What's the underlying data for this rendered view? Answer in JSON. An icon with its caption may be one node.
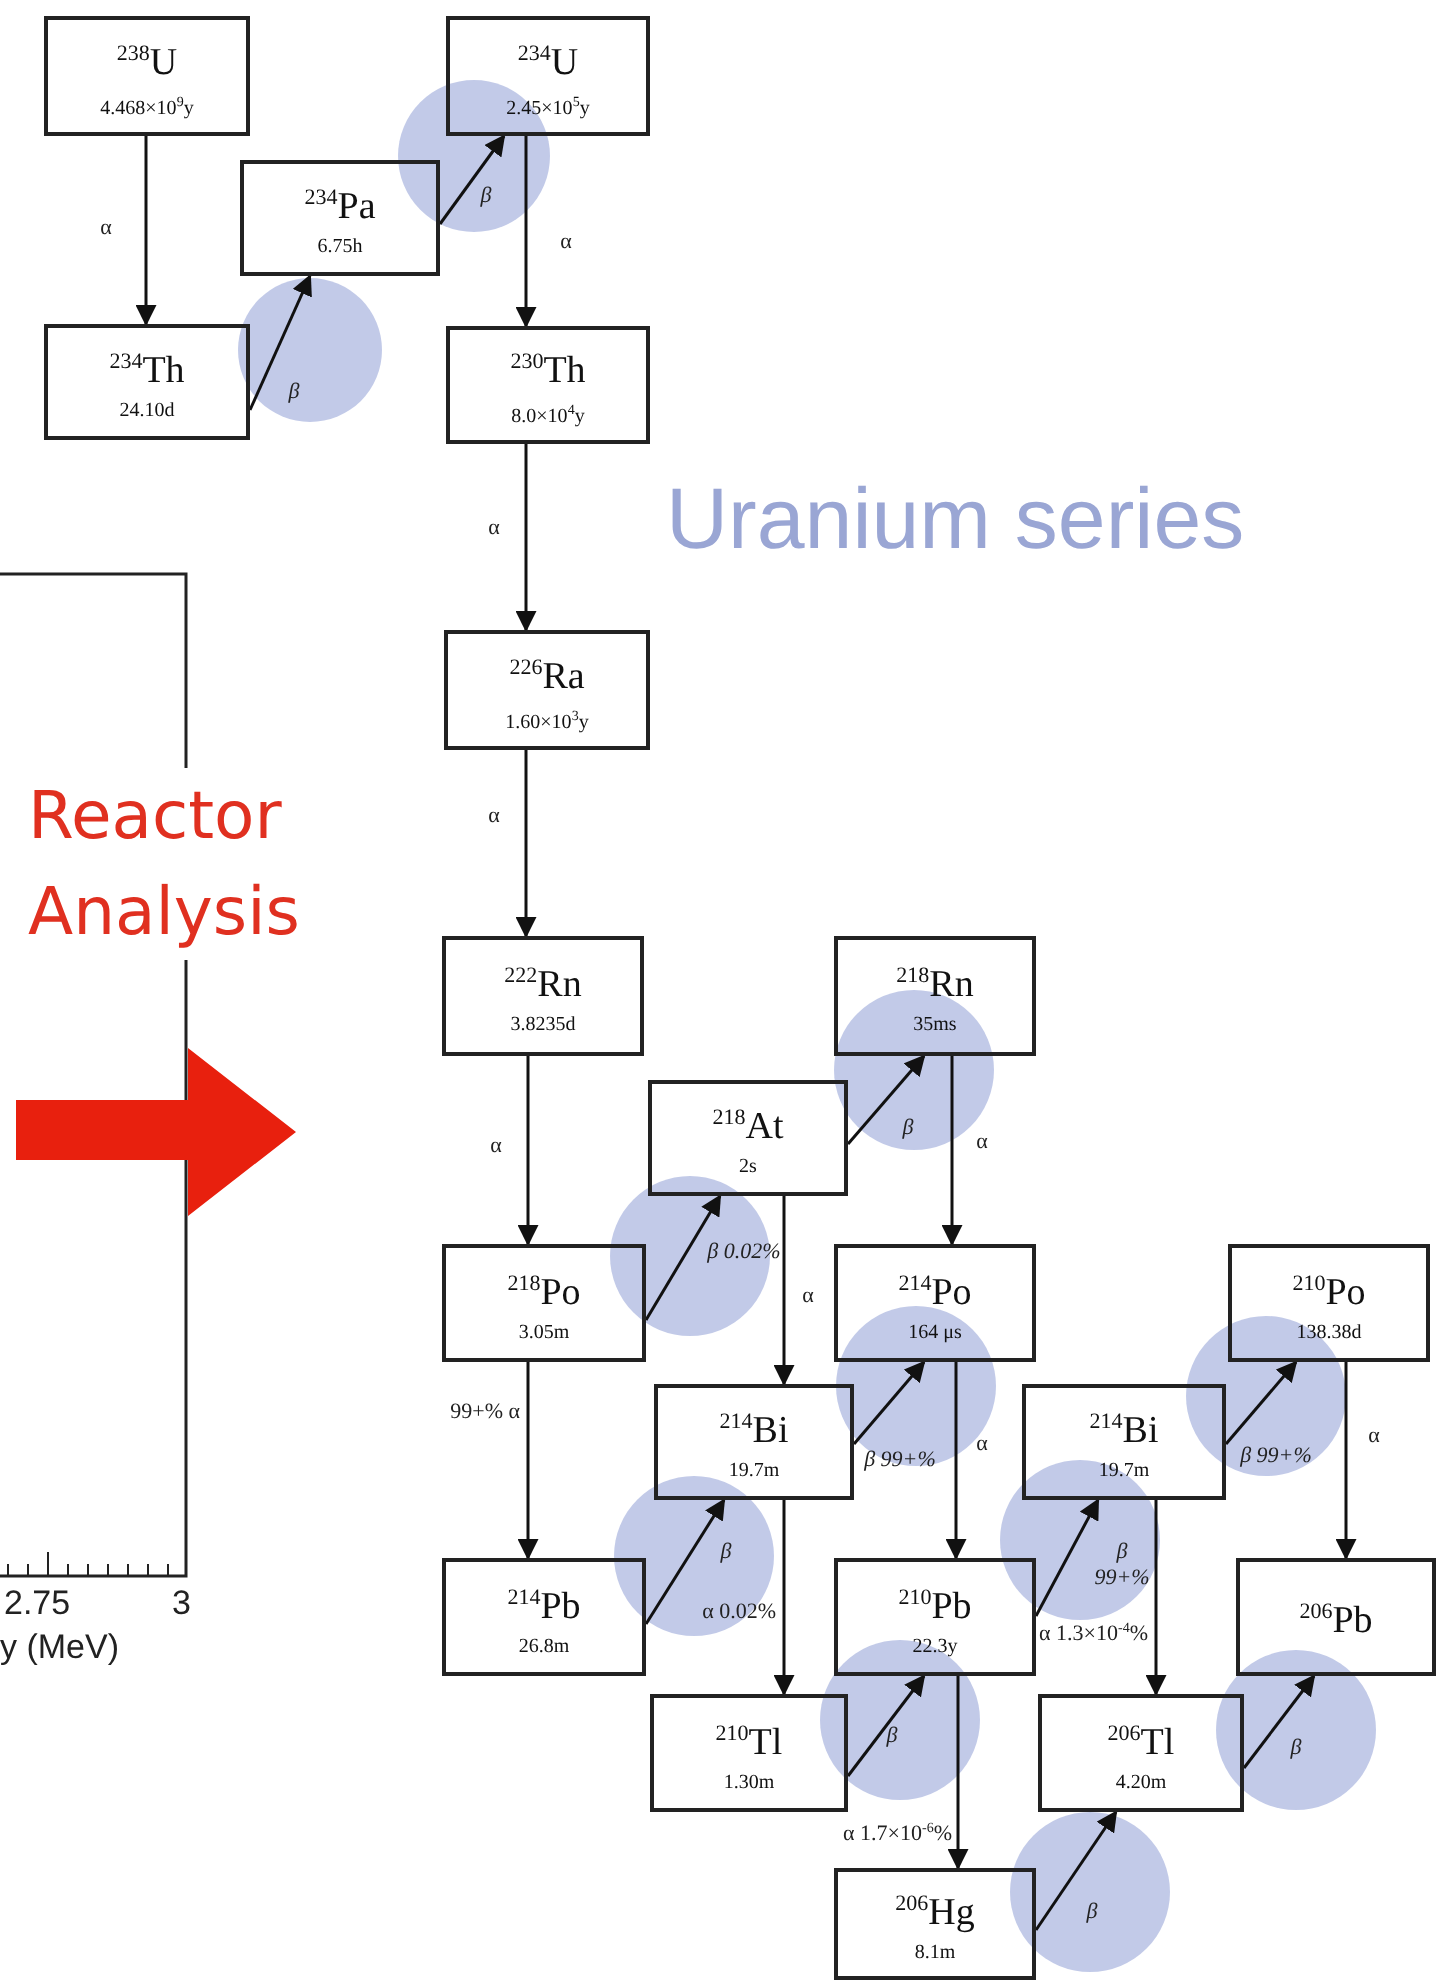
{
  "diagram": {
    "title": "Uranium series",
    "nodes": [
      {
        "text": [
          "$^{238}$U",
          "4.468×10$^{9}$y"
        ]
      },
      {
        "text": [
          "$^{234}$U",
          "2.45×10$^{5}$y"
        ]
      },
      {
        "text": [
          "$^{234}$Pa",
          "6.75h"
        ]
      },
      {
        "text": [
          "$^{234}$Th",
          "24.10d"
        ]
      },
      {
        "text": [
          "$^{230}$Th",
          "8.0×10$^{4}$y"
        ]
      },
      {
        "text": [
          "$^{226}$Ra",
          "1.60×10$^{3}$y"
        ]
      },
      {
        "text": [
          "$^{222}$Rn",
          "3.8235d"
        ]
      },
      {
        "text": [
          "$^{218}$Rn",
          "35ms"
        ]
      },
      {
        "text": [
          "$^{218}$At",
          "2s"
        ]
      },
      {
        "text": [
          "$^{218}$Po",
          "3.05m"
        ]
      },
      {
        "text": [
          "$^{214}$Po",
          "164 μs"
        ]
      },
      {
        "text": [
          "$^{210}$Po",
          "138.38d"
        ]
      },
      {
        "text": [
          "$^{214}$Bi",
          "19.7m"
        ]
      },
      {
        "text": [
          "$^{214}$Bi",
          "19.7m"
        ]
      },
      {
        "text": [
          "$^{214}$Pb",
          "26.8m"
        ]
      },
      {
        "text": [
          "$^{210}$Pb",
          "22.3y"
        ]
      },
      {
        "text": [
          "$^{206}$Pb"
        ]
      },
      {
        "text": [
          "$^{210}$Tl",
          "1.30m"
        ]
      },
      {
        "text": [
          "$^{206}$Tl",
          "4.20m"
        ]
      },
      {
        "text": [
          "$^{206}$Hg",
          "8.1m"
        ]
      }
    ],
    "edges": [
      {
        "from": 0,
        "to": 3,
        "arrow": "to",
        "label": "α"
      },
      {
        "from": 3,
        "to": 2,
        "arrow": "to",
        "label": "β"
      },
      {
        "from": 2,
        "to": 1,
        "arrow": "to",
        "label": "β"
      },
      {
        "from": 1,
        "to": 4,
        "arrow": "to",
        "label": "α"
      },
      {
        "from": 4,
        "to": 5,
        "arrow": "to",
        "label": "α"
      },
      {
        "from": 5,
        "to": 6,
        "arrow": "to",
        "label": "α"
      },
      {
        "from": 6,
        "to": 9,
        "arrow": "to",
        "label": "α"
      },
      {
        "from": 9,
        "to": 8,
        "arrow": "to",
        "label": "β 0.02%"
      },
      {
        "from": 8,
        "to": 7,
        "arrow": "to",
        "label": "β"
      },
      {
        "from": 7,
        "to": 10,
        "arrow": "to",
        "label": "α"
      },
      {
        "from": 9,
        "to": 14,
        "arrow": "to",
        "label": "99+% α"
      },
      {
        "from": 8,
        "to": 12,
        "arrow": "to",
        "label": "α"
      },
      {
        "from": 14,
        "to": 12,
        "arrow": "to",
        "label": "β"
      },
      {
        "from": 12,
        "to": 10,
        "arrow": "to",
        "label": "β 99+%"
      },
      {
        "from": 12,
        "to": 17,
        "arrow": "to",
        "label": "α 0.02%"
      },
      {
        "from": 10,
        "to": 15,
        "arrow": "to",
        "label": "α"
      },
      {
        "from": 15,
        "to": 13,
        "arrow": "to",
        "label": "β 99+%"
      },
      {
        "from": 13,
        "to": 11,
        "arrow": "to",
        "label": "β 99+%"
      },
      {
        "from": 11,
        "to": 16,
        "arrow": "to",
        "label": "α"
      },
      {
        "from": 13,
        "to": 18,
        "arrow": "to",
        "label": "α 1.3×10$^{-4}$%"
      },
      {
        "from": 17,
        "to": 15,
        "arrow": "to",
        "label": "β"
      },
      {
        "from": 15,
        "to": 19,
        "arrow": "to",
        "label": "α 1.7×10$^{-6}$%"
      },
      {
        "from": 18,
        "to": 16,
        "arrow": "to",
        "label": "β"
      },
      {
        "from": 19,
        "to": 18,
        "arrow": "to",
        "label": "β"
      }
    ],
    "labels": [
      "Reactor Analysis",
      "2.75",
      "3",
      "y (MeV)"
    ]
  }
}
